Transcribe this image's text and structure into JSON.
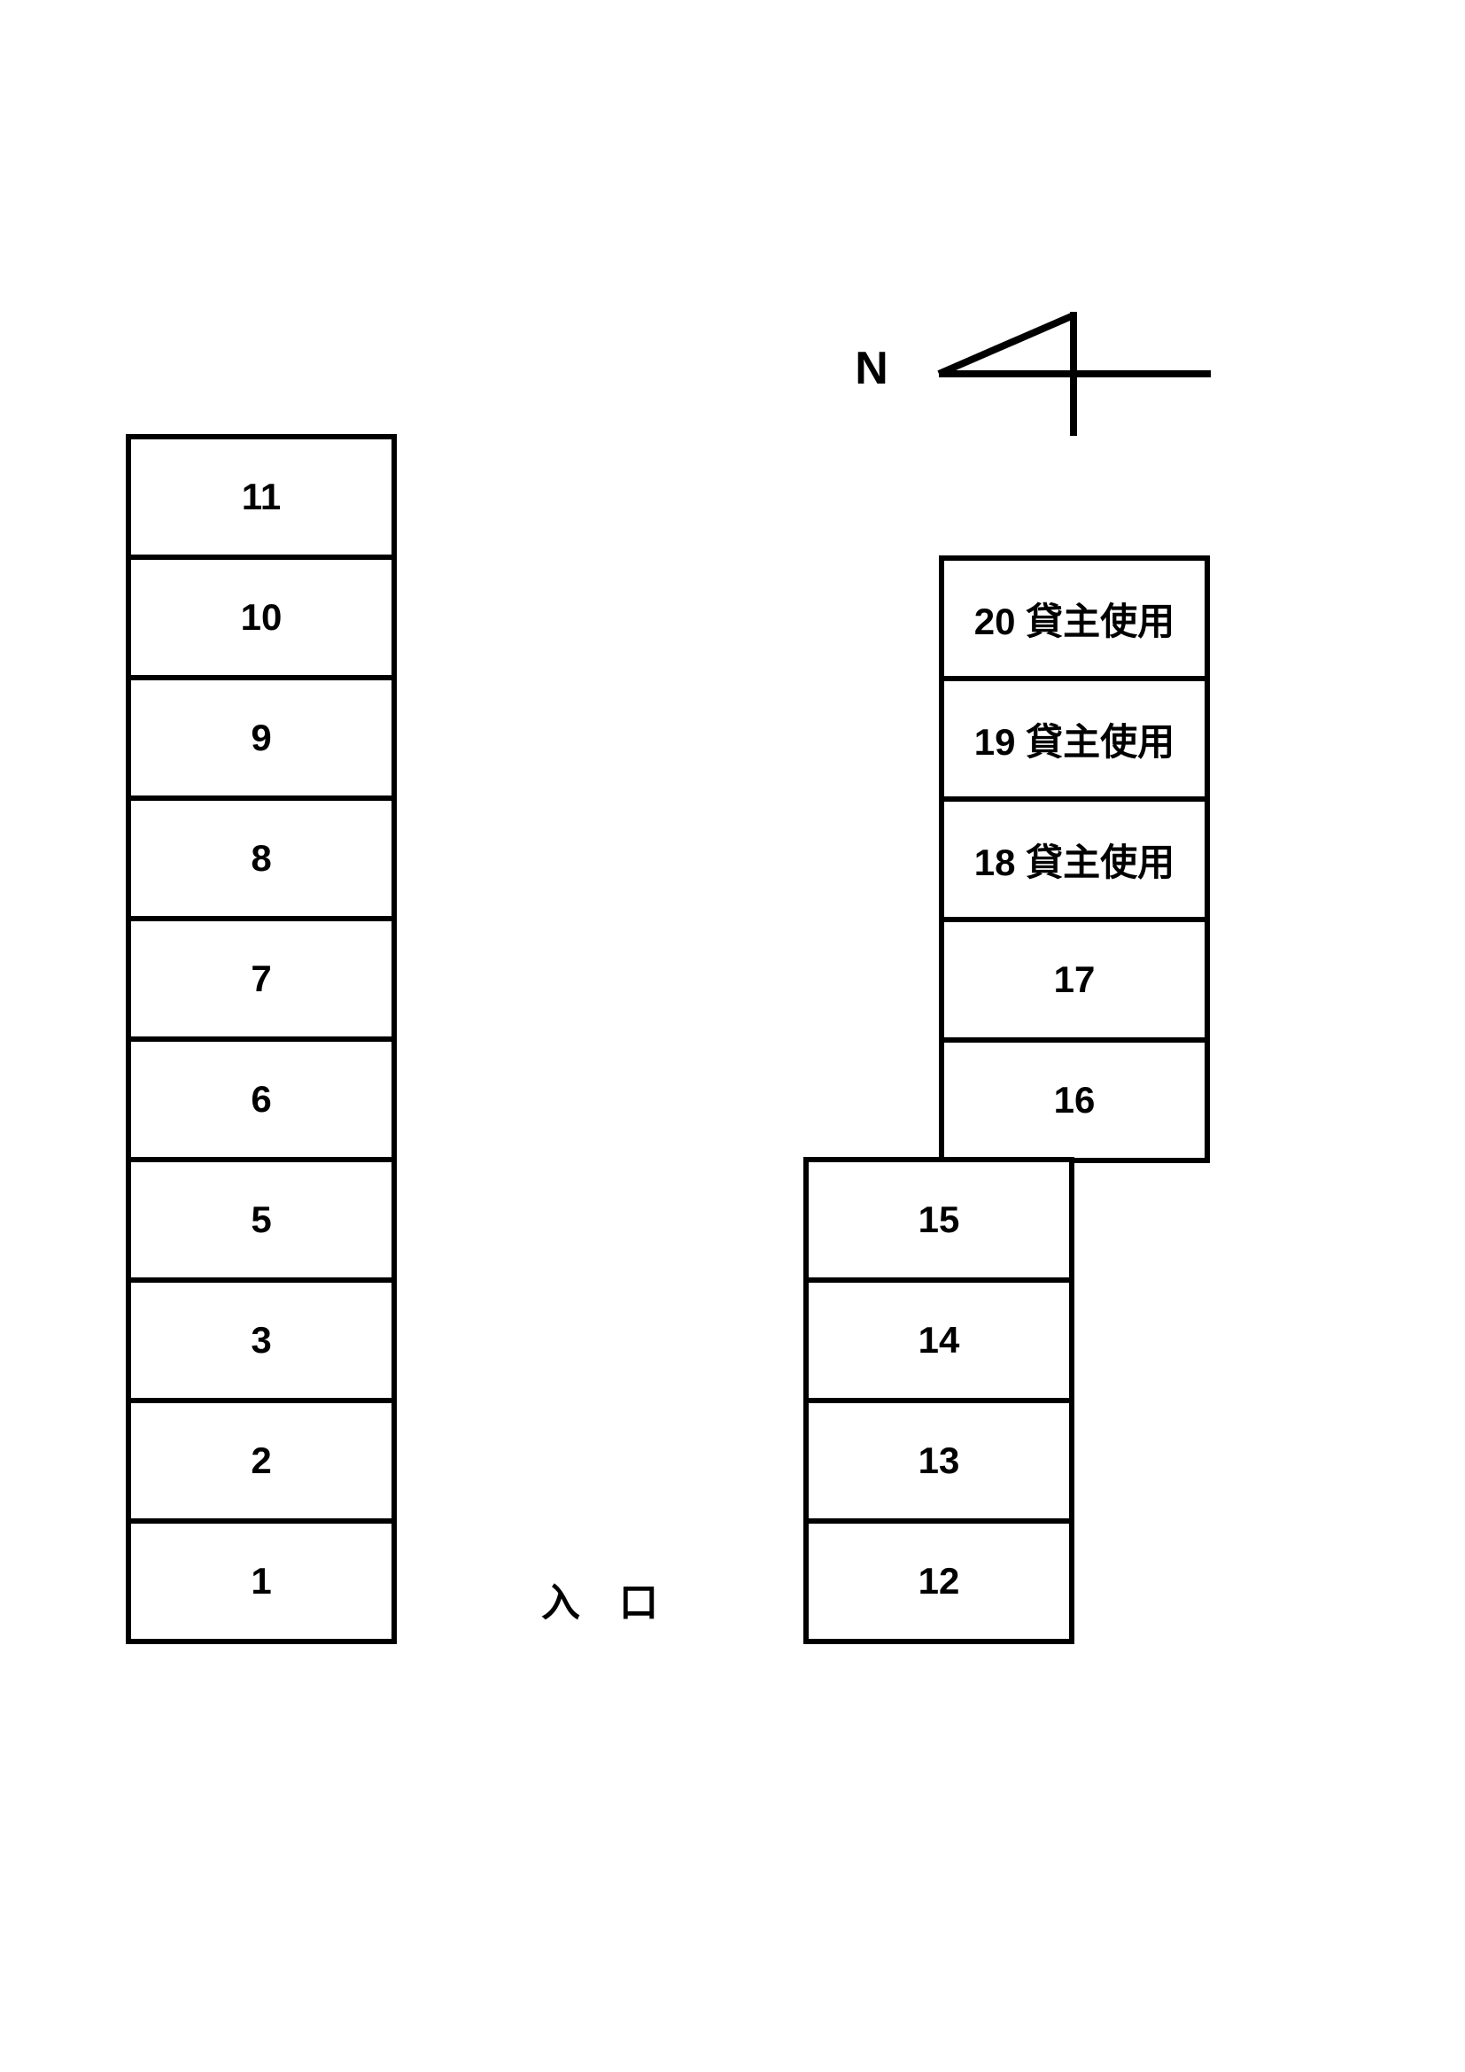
{
  "compass": {
    "label": "N"
  },
  "entrance": {
    "label": "入　口"
  },
  "columns": {
    "left": {
      "slots": [
        {
          "label": "11"
        },
        {
          "label": "10"
        },
        {
          "label": "9"
        },
        {
          "label": "8"
        },
        {
          "label": "7"
        },
        {
          "label": "6"
        },
        {
          "label": "5"
        },
        {
          "label": "3"
        },
        {
          "label": "2"
        },
        {
          "label": "1"
        }
      ]
    },
    "upper_right": {
      "slots": [
        {
          "label": "20 貸主使用"
        },
        {
          "label": "19 貸主使用"
        },
        {
          "label": "18 貸主使用"
        },
        {
          "label": "17"
        },
        {
          "label": "16"
        }
      ]
    },
    "lower_right": {
      "slots": [
        {
          "label": "15"
        },
        {
          "label": "14"
        },
        {
          "label": "13"
        },
        {
          "label": "12"
        }
      ]
    }
  },
  "colors": {
    "line": "#000000",
    "background": "#ffffff"
  }
}
